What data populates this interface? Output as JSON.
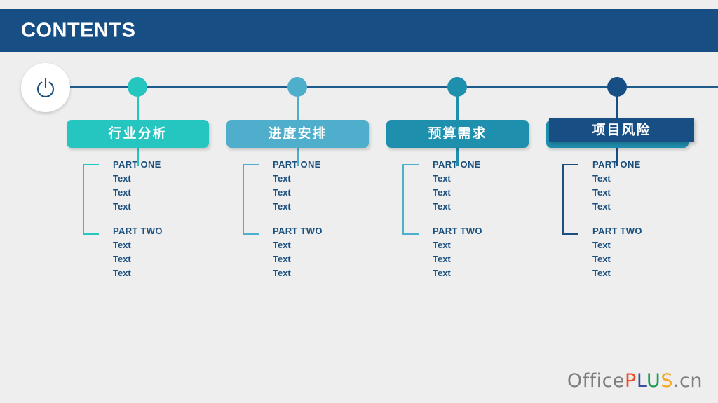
{
  "header": {
    "title": "CONTENTS",
    "bar_color": "#174E84"
  },
  "power_icon": {
    "name": "power-icon",
    "color": "#1A4F7E"
  },
  "timeline": {
    "axis_color": "#1F5C8B"
  },
  "columns": [
    {
      "node_color": "#25C6C0",
      "box_color": "#25C6C0",
      "stem_color": "#25C6C0",
      "bracket_color": "#25C6C0",
      "title": "行业分析",
      "groups": [
        {
          "heading": "PART ONE",
          "items": [
            "Text",
            "Text",
            "Text"
          ]
        },
        {
          "heading": "PART TWO",
          "items": [
            "Text",
            "Text",
            "Text"
          ]
        }
      ]
    },
    {
      "node_color": "#4FAECB",
      "box_color": "#4FAECB",
      "stem_color": "#4FAECB",
      "bracket_color": "#4FAECB",
      "title": "进度安排",
      "groups": [
        {
          "heading": "PART ONE",
          "items": [
            "Text",
            "Text",
            "Text"
          ]
        },
        {
          "heading": "PART TWO",
          "items": [
            "Text",
            "Text",
            "Text"
          ]
        }
      ]
    },
    {
      "node_color": "#1F8FAE",
      "box_color": "#1F8FAE",
      "stem_color": "#1F8FAE",
      "bracket_color": "#4FAECB",
      "title": "预算需求",
      "groups": [
        {
          "heading": "PART ONE",
          "items": [
            "Text",
            "Text",
            "Text"
          ]
        },
        {
          "heading": "PART TWO",
          "items": [
            "Text",
            "Text",
            "Text"
          ]
        }
      ]
    },
    {
      "node_color": "#174E84",
      "box_color": "#1F8FAE",
      "plate_color": "#174E84",
      "stem_color": "#174E84",
      "bracket_color": "#1A4F7E",
      "title": "项目风险",
      "groups": [
        {
          "heading": "PART ONE",
          "items": [
            "Text",
            "Text",
            "Text"
          ]
        },
        {
          "heading": "PART TWO",
          "items": [
            "Text",
            "Text",
            "Text"
          ]
        }
      ]
    }
  ],
  "footer": {
    "logo_office": "Office",
    "logo_p": "P",
    "logo_l": "L",
    "logo_u": "U",
    "logo_s": "S",
    "logo_cn": ".cn"
  }
}
